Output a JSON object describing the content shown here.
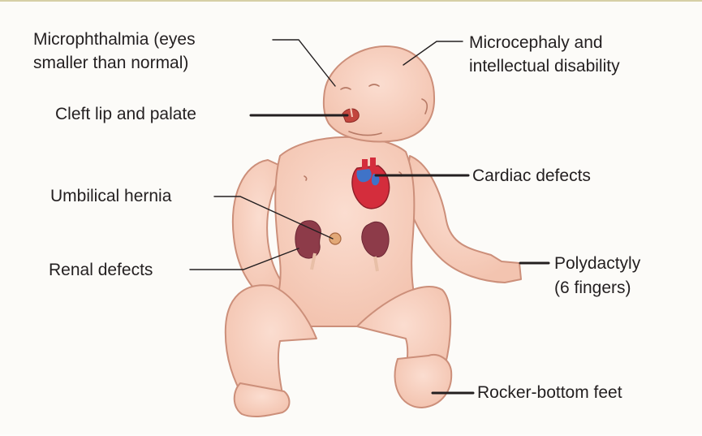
{
  "labels": {
    "microphthalmia_1": "Microphthalmia (eyes",
    "microphthalmia_2": "smaller than normal)",
    "microcephaly_1": "Microcephaly and",
    "microcephaly_2": "intellectual disability",
    "cleft": "Cleft lip and palate",
    "cardiac": "Cardiac defects",
    "umbilical": "Umbilical hernia",
    "renal": "Renal defects",
    "polydactyly_1": "Polydactyly",
    "polydactyly_2": "(6 fingers)",
    "rocker": "Rocker-bottom feet"
  },
  "colors": {
    "skin": "#f6cdbb",
    "outline": "#cc8f7a",
    "kidney": "#8d3b49",
    "heart_red": "#d42d3c",
    "heart_blue": "#3f73c8",
    "leader": "#231f20"
  }
}
